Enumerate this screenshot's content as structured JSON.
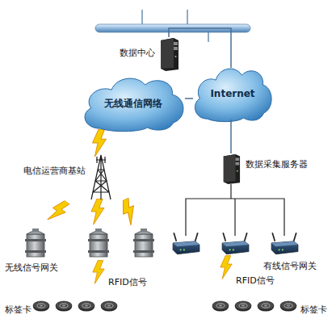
{
  "diagram": {
    "nodes": [
      {
        "text": [
          "数据中心"
        ]
      },
      {
        "text": [
          "无线通信网络"
        ]
      },
      {
        "text": [
          "Internet"
        ]
      },
      {
        "text": [
          "电信运营商基站"
        ]
      },
      {
        "text": [
          "数据采集服务器"
        ]
      }
    ],
    "edges": [
      {
        "from": 0,
        "to": 2,
        "arrow": "none"
      },
      {
        "from": 1,
        "to": 2,
        "arrow": "none"
      },
      {
        "from": 2,
        "to": 4,
        "arrow": "none"
      }
    ],
    "labels": [
      "无线信号网关",
      "有线信号网关",
      "RFID信号",
      "RFID信号",
      "标签卡",
      "标签卡"
    ]
  }
}
